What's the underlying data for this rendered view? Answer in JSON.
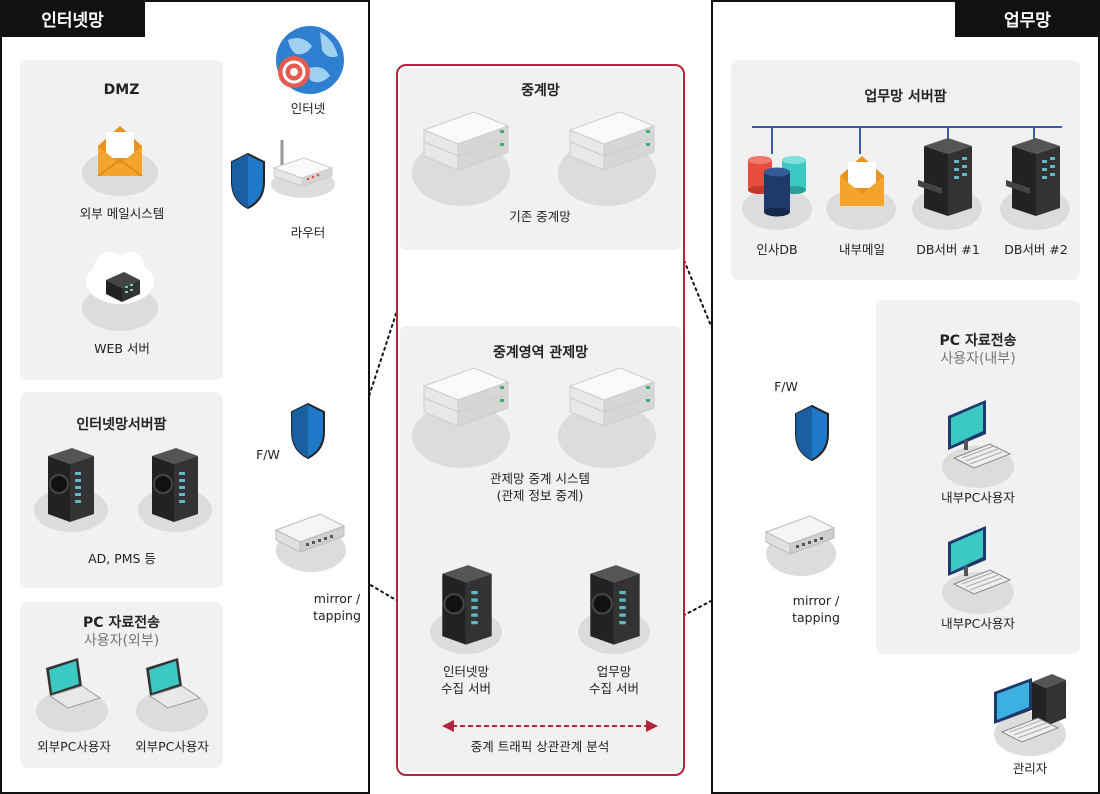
{
  "zones": {
    "internet": "인터넷망",
    "business": "업무망"
  },
  "internet_side": {
    "globe_label": "인터넷",
    "router_label": "라우터",
    "fw_label": "F/W",
    "mirror_label_1": "mirror /",
    "mirror_label_2": "tapping",
    "dmz": {
      "title": "DMZ",
      "mail_label": "외부 메일시스템",
      "web_label": "WEB 서버"
    },
    "server_farm": {
      "title": "인터넷망서버팜",
      "label": "AD, PMS 등"
    },
    "pc_transfer": {
      "title": "PC 자료전송",
      "subtitle": "사용자(외부)",
      "user1": "외부PC사용자",
      "user2": "외부PC사용자"
    }
  },
  "relay": {
    "title": "중계망",
    "existing_label": "기존 중계망",
    "control_title": "중계영역 관제망",
    "control_label_1": "관제망 중계 시스템",
    "control_label_2": "(관제 정보 중계)",
    "inet_collect_1": "인터넷망",
    "inet_collect_2": "수집 서버",
    "biz_collect_1": "업무망",
    "biz_collect_2": "수집 서버",
    "correlation": "중계 트래픽 상관관계 분석",
    "accent_color": "#b3263a"
  },
  "business_side": {
    "fw_label": "F/W",
    "mirror_label_1": "mirror /",
    "mirror_label_2": "tapping",
    "server_farm": {
      "title": "업무망 서버팜",
      "items": [
        "인사DB",
        "내부메일",
        "DB서버 #1",
        "DB서버 #2"
      ]
    },
    "pc_transfer": {
      "title": "PC 자료전송",
      "subtitle": "사용자(내부)",
      "user1": "내부PC사용자",
      "user2": "내부PC사용자"
    },
    "admin_label": "관리자"
  },
  "colors": {
    "bus_line": "#3a5ba8",
    "shield": "#1f78c8",
    "envelope": "#f3a42a",
    "screen": "#3cc9c4"
  }
}
